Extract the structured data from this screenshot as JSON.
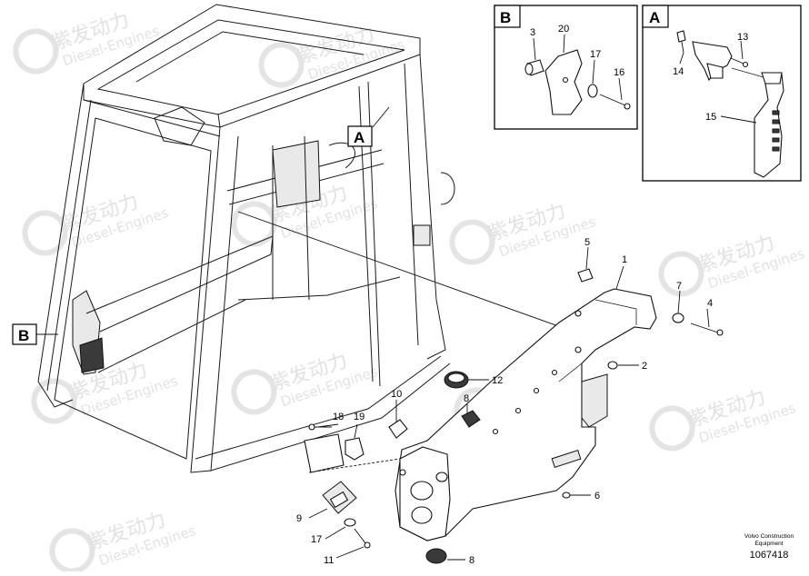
{
  "watermark": {
    "cn": "紫发动力",
    "en": "Diesel-Engines"
  },
  "views": {
    "a_label": "A",
    "b_label": "B"
  },
  "callouts": {
    "c1": "1",
    "c2": "2",
    "c3": "3",
    "c4": "4",
    "c5": "5",
    "c6": "6",
    "c7": "7",
    "c8": "8",
    "c9": "9",
    "c10": "10",
    "c11": "11",
    "c12": "12",
    "c13": "13",
    "c14": "14",
    "c15": "15",
    "c16": "16",
    "c17": "17",
    "c18": "18",
    "c19": "19",
    "c20": "20"
  },
  "footer": {
    "line1": "Volvo Construction",
    "line2": "Equipment",
    "drawing_number": "1067418"
  }
}
